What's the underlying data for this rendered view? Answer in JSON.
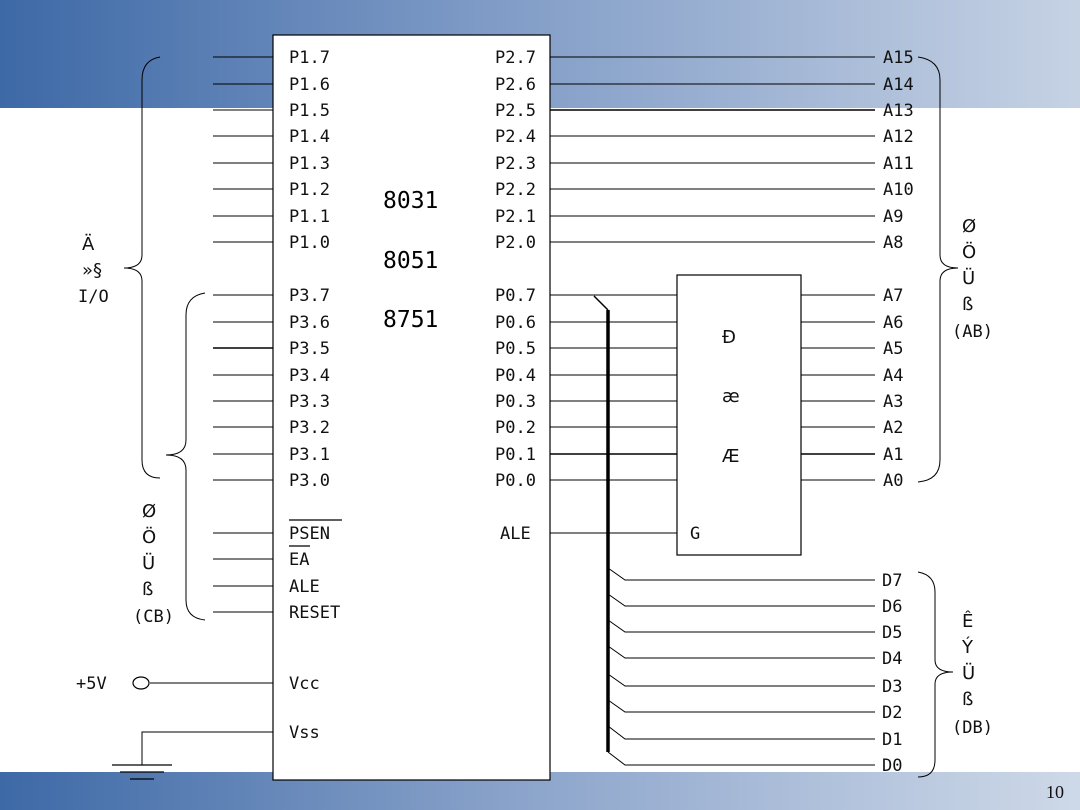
{
  "chip": {
    "names": [
      "8031",
      "8051",
      "8751"
    ]
  },
  "left_pins_top": [
    "P1.7",
    "P1.6",
    "P1.5",
    "P1.4",
    "P1.3",
    "P1.2",
    "P1.1",
    "P1.0",
    "P3.7",
    "P3.6",
    "P3.5",
    "P3.4",
    "P3.3",
    "P3.2",
    "P3.1",
    "P3.0"
  ],
  "left_pins_ctrl": [
    "PSEN",
    "EA",
    "ALE",
    "RESET"
  ],
  "left_pins_power": [
    "Vcc",
    "Vss"
  ],
  "right_pins": [
    "P2.7",
    "P2.6",
    "P2.5",
    "P2.4",
    "P2.3",
    "P2.2",
    "P2.1",
    "P2.0",
    "P0.7",
    "P0.6",
    "P0.5",
    "P0.4",
    "P0.3",
    "P0.2",
    "P0.1",
    "P0.0"
  ],
  "right_ale": "ALE",
  "addr_lines": [
    "A15",
    "A14",
    "A13",
    "A12",
    "A11",
    "A10",
    "A9",
    "A8",
    "A7",
    "A6",
    "A5",
    "A4",
    "A3",
    "A2",
    "A1",
    "A0"
  ],
  "data_lines": [
    "D7",
    "D6",
    "D5",
    "D4",
    "D3",
    "D2",
    "D1",
    "D0"
  ],
  "latch": {
    "text_lines": [
      "Ð",
      "æ",
      "Æ"
    ],
    "gate_label": "G"
  },
  "groups": {
    "io": {
      "lines": [
        "Ä",
        "»§",
        "I/O"
      ]
    },
    "cb": {
      "lines": [
        "Ø",
        "Ö",
        "Ü",
        "ß",
        "(CB)"
      ]
    },
    "ab": {
      "lines": [
        "Ø",
        "Ö",
        "Ü",
        "ß",
        "(AB)"
      ]
    },
    "db": {
      "lines": [
        "Ê",
        "Ý",
        "Ü",
        "ß",
        "(DB)"
      ]
    }
  },
  "power": {
    "label": "+5V"
  },
  "page_number": "10",
  "colors": {
    "band_dark": "#3d69a6",
    "band_light": "#c6d2e4",
    "line": "#000000"
  }
}
